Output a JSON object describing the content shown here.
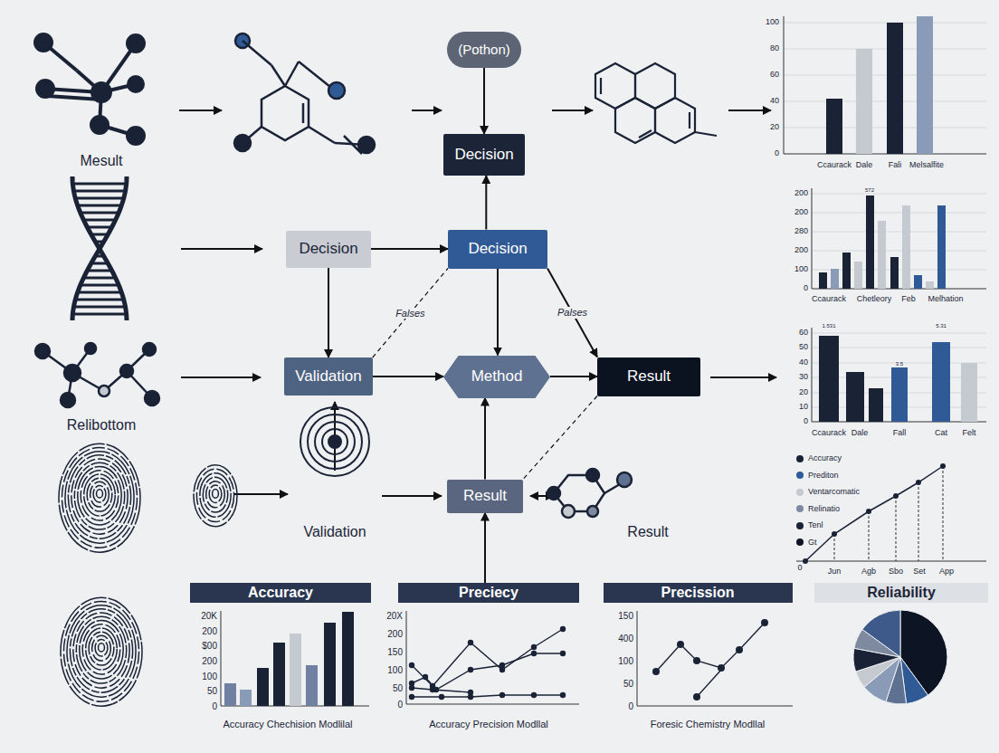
{
  "diagram": {
    "nodes": [
      {
        "text": [
          "(Pothon)"
        ]
      },
      {
        "text": [
          "Decision"
        ]
      },
      {
        "text": [
          "Decision"
        ]
      },
      {
        "text": [
          "Decision"
        ]
      },
      {
        "text": [
          "Validation"
        ]
      },
      {
        "text": [
          "Method"
        ]
      },
      {
        "text": [
          "Result"
        ]
      },
      {
        "text": [
          "Result"
        ]
      },
      {
        "text": [
          "Accuracy"
        ]
      },
      {
        "text": [
          "Preciecy"
        ]
      },
      {
        "text": [
          "Precission"
        ]
      },
      {
        "text": [
          "Reliability"
        ]
      }
    ],
    "edges": [
      {
        "from": 0,
        "to": 1,
        "arrow": "to"
      },
      {
        "from": 3,
        "to": 1,
        "arrow": "to"
      },
      {
        "from": 2,
        "to": 3,
        "arrow": "to"
      },
      {
        "from": 2,
        "to": 4,
        "arrow": "to"
      },
      {
        "from": 3,
        "to": 5,
        "arrow": "to"
      },
      {
        "from": 3,
        "to": 6,
        "arrow": "to",
        "label": "Palses"
      },
      {
        "from": 4,
        "to": 5,
        "arrow": "to"
      },
      {
        "from": 5,
        "to": 6,
        "arrow": "to"
      },
      {
        "from": 7,
        "to": 5,
        "arrow": "to"
      },
      {
        "from": 4,
        "to": 3,
        "arrow": "none",
        "label": "Falses"
      },
      {
        "from": 6,
        "to": 7,
        "arrow": "none"
      },
      {
        "from": 9,
        "to": 7,
        "arrow": "to"
      }
    ],
    "labels": [
      "Mesult",
      "Relibottom",
      "Validation",
      "Result",
      "100",
      "80",
      "60",
      "40",
      "20",
      "0",
      "Ccaurack",
      "Dale",
      "Fali",
      "Melsalfite",
      "200",
      "200",
      "280",
      "200",
      "100",
      "0",
      "Ccaurack",
      "Chetleory",
      "Feb",
      "Melhation",
      "572",
      "60",
      "50",
      "40",
      "30",
      "20",
      "10",
      "0",
      "Ccaurack",
      "Dale",
      "Fall",
      "Cat",
      "Felt",
      "1.531",
      "3.5",
      "5.31",
      "0",
      "Jun",
      "Agb",
      "Sbo",
      "Set",
      "App",
      "20K",
      "200",
      "$00",
      "200",
      "100",
      "50",
      "0",
      "Accuracy Chechision Modlilal",
      "20X",
      "200",
      "150",
      "100",
      "50",
      "0",
      "Accuracy Precision Modllal",
      "150",
      "400",
      "100",
      "50",
      "0",
      "Foresic Chemistry Modllal"
    ],
    "legend": [
      {
        "text": "Accuracy",
        "color": "#1a2236"
      },
      {
        "text": "Prediton",
        "color": "#2f5a9a"
      },
      {
        "text": "Ventarcomatic",
        "color": "#c5c9d0"
      },
      {
        "text": "Relinatio",
        "color": "#7d8aa0"
      },
      {
        "text": "Tenl",
        "color": "#1a2236"
      },
      {
        "text": "Gt",
        "color": "#101525"
      }
    ]
  }
}
